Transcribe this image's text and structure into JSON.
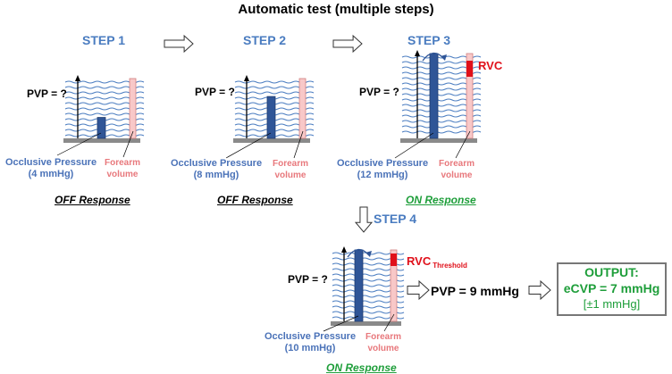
{
  "title": "Automatic test (multiple steps)",
  "steps": [
    {
      "label": "STEP 1",
      "pvp": "PVP = ?",
      "occlusive_label": "Occlusive Pressure",
      "occlusive_value": "(4 mmHg)",
      "forearm_line1": "Forearm",
      "forearm_line2": "volume",
      "response": "OFF Response",
      "response_color": "#000000",
      "cuff_level": 0.35,
      "rvc": ""
    },
    {
      "label": "STEP 2",
      "pvp": "PVP = ?",
      "occlusive_label": "Occlusive Pressure",
      "occlusive_value": "(8 mmHg)",
      "forearm_line1": "Forearm",
      "forearm_line2": "volume",
      "response": "OFF Response",
      "response_color": "#000000",
      "cuff_level": 0.7,
      "rvc": ""
    },
    {
      "label": "STEP 3",
      "pvp": "PVP = ?",
      "occlusive_label": "Occlusive Pressure",
      "occlusive_value": "(12 mmHg)",
      "forearm_line1": "Forearm",
      "forearm_line2": "volume",
      "response": "ON Response",
      "response_color": "#1e9e3a",
      "cuff_level": 1.0,
      "rvc": "RVC"
    },
    {
      "label": "STEP 4",
      "pvp": "PVP = ?",
      "occlusive_label": "Occlusive Pressure",
      "occlusive_value": "(10 mmHg)",
      "forearm_line1": "Forearm",
      "forearm_line2": "volume",
      "response": "ON Response",
      "response_color": "#1e9e3a",
      "cuff_level": 1.0,
      "rvc": "RVC",
      "rvc_sub": "Threshold"
    }
  ],
  "result": {
    "pvp": "PVP = 9 mmHg"
  },
  "output": {
    "title": "OUTPUT:",
    "value": "eCVP = 7 mmHg",
    "range": "[±1 mmHg]"
  },
  "colors": {
    "step": "#4a7cc0",
    "occlusive": "#2f5597",
    "forearm": "#f8c8c8",
    "rvc": "#e0101a",
    "output": "#1e9e3a",
    "waves": "#4a7cc0"
  }
}
